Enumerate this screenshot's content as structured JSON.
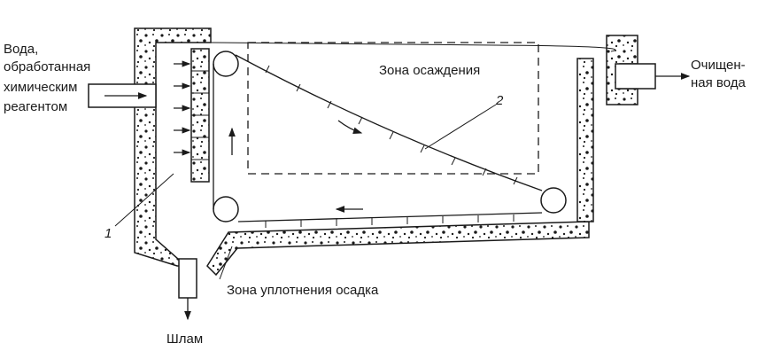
{
  "labels": {
    "inlet_line1": "Вода,",
    "inlet_line2": "обработанная",
    "inlet_line3": "химическим",
    "inlet_line4": "реагентом",
    "outlet_line1": "Очищен-",
    "outlet_line2": "ная вода",
    "settling_zone": "Зона осаждения",
    "compaction_zone": "Зона уплотнения осадка",
    "sludge": "Шлам",
    "marker_1": "1",
    "marker_2": "2"
  },
  "colors": {
    "ink": "#1a1a1a",
    "background": "#ffffff"
  }
}
